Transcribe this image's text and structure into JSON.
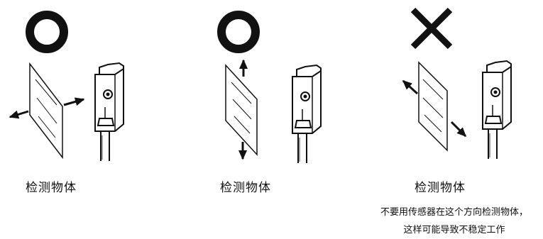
{
  "panels": [
    {
      "verdict": "correct",
      "verdict_icon": "circle-ok-icon",
      "caption": "检测物体",
      "movement": "horizontal"
    },
    {
      "verdict": "correct",
      "verdict_icon": "circle-ok-icon",
      "caption": "检测物体",
      "movement": "vertical"
    },
    {
      "verdict": "incorrect",
      "verdict_icon": "cross-ng-icon",
      "caption": "检测物体",
      "movement": "diagonal",
      "note_line1": "不要用传感器在这个方向检测物体，",
      "note_line2": "这样可能导致不稳定工作"
    }
  ],
  "colors": {
    "ink": "#111111",
    "background": "#ffffff"
  }
}
